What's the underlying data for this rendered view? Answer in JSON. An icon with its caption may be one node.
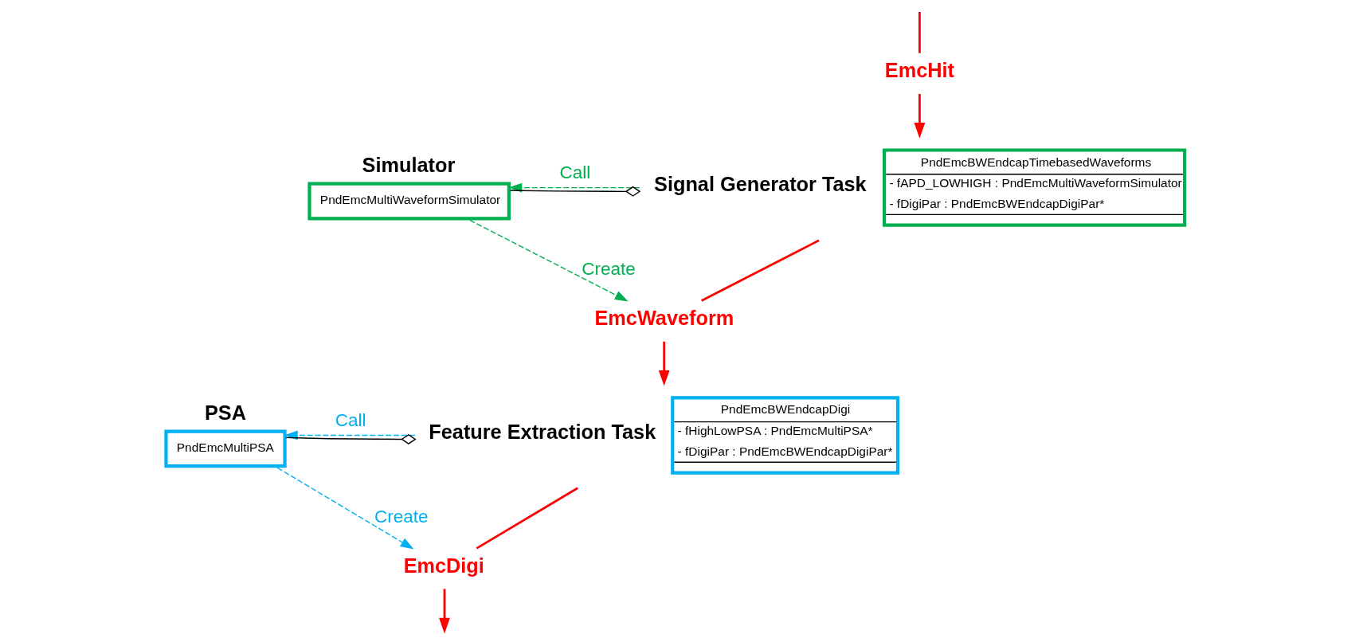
{
  "diagram": {
    "nodes": [
      {
        "text": [
          "EmcHit"
        ]
      },
      {
        "text": [
          "PndEmcBWEndcapTimebasedWaveforms",
          "- fAPD_LOWHIGH : PndEmcMultiWaveformSimulator",
          "- fDigiPar : PndEmcBWEndcapDigiPar*"
        ],
        "beside": [
          "Signal Generator Task"
        ]
      },
      {
        "text": [
          "Simulator",
          "PndEmcMultiWaveformSimulator"
        ]
      },
      {
        "text": [
          "EmcWaveform"
        ]
      },
      {
        "text": [
          "PndEmcBWEndcapDigi",
          "- fHighLowPSA : PndEmcMultiPSA*",
          "- fDigiPar : PndEmcBWEndcapDigiPar*"
        ],
        "beside": [
          "Feature Extraction Task"
        ]
      },
      {
        "text": [
          "PSA",
          "PndEmcMultiPSA"
        ]
      },
      {
        "text": [
          "EmcDigi"
        ]
      }
    ],
    "edges": [
      {
        "from": null,
        "to": 0,
        "arrow": "none",
        "color": "#ff0000"
      },
      {
        "from": 0,
        "to": 1,
        "arrow": "to",
        "color": "#ff0000"
      },
      {
        "from": 1,
        "to": 2,
        "arrow": "to",
        "label": "Call",
        "style": "dashed",
        "color": "#00b050"
      },
      {
        "from": 1,
        "to": 2,
        "arrow": "other",
        "color": "#000000"
      },
      {
        "from": 2,
        "to": 3,
        "arrow": "to",
        "label": "Create",
        "style": "dashed",
        "color": "#00b050"
      },
      {
        "from": 1,
        "to": 3,
        "arrow": "none",
        "color": "#ff0000"
      },
      {
        "from": 3,
        "to": 4,
        "arrow": "to",
        "color": "#ff0000"
      },
      {
        "from": 4,
        "to": 5,
        "arrow": "to",
        "label": "Call",
        "style": "dashed",
        "color": "#00b0f0"
      },
      {
        "from": 4,
        "to": 5,
        "arrow": "other",
        "color": "#000000"
      },
      {
        "from": 5,
        "to": 6,
        "arrow": "to",
        "label": "Create",
        "style": "dashed",
        "color": "#00b0f0"
      },
      {
        "from": 4,
        "to": 6,
        "arrow": "none",
        "color": "#ff0000"
      },
      {
        "from": 6,
        "to": null,
        "arrow": "to",
        "color": "#ff0000"
      }
    ]
  }
}
